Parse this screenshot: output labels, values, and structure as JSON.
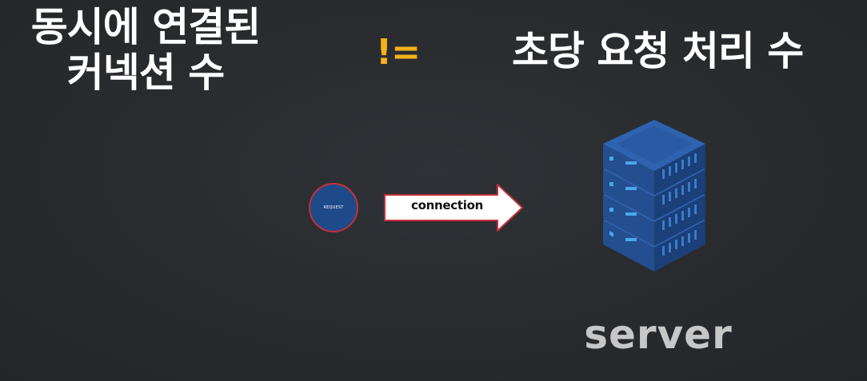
{
  "left_title": {
    "line1": "동시에 연결된",
    "line2": "커넥션 수"
  },
  "operator": "!=",
  "right_title": "초당 요청 처리 수",
  "request": {
    "label": "REQUEST"
  },
  "connection": {
    "label": "connection"
  },
  "server": {
    "label": "server"
  },
  "colors": {
    "background": "#282a2d",
    "operator": "#f2b21a",
    "request_fill": "#1f4a8a",
    "request_border": "#c62f3a",
    "arrow_fill": "#ffffff",
    "arrow_border": "#c62f3a",
    "server_blue": "#2d5aa0",
    "server_light": "#4aa8e6",
    "server_label": "#c7c7c7"
  }
}
